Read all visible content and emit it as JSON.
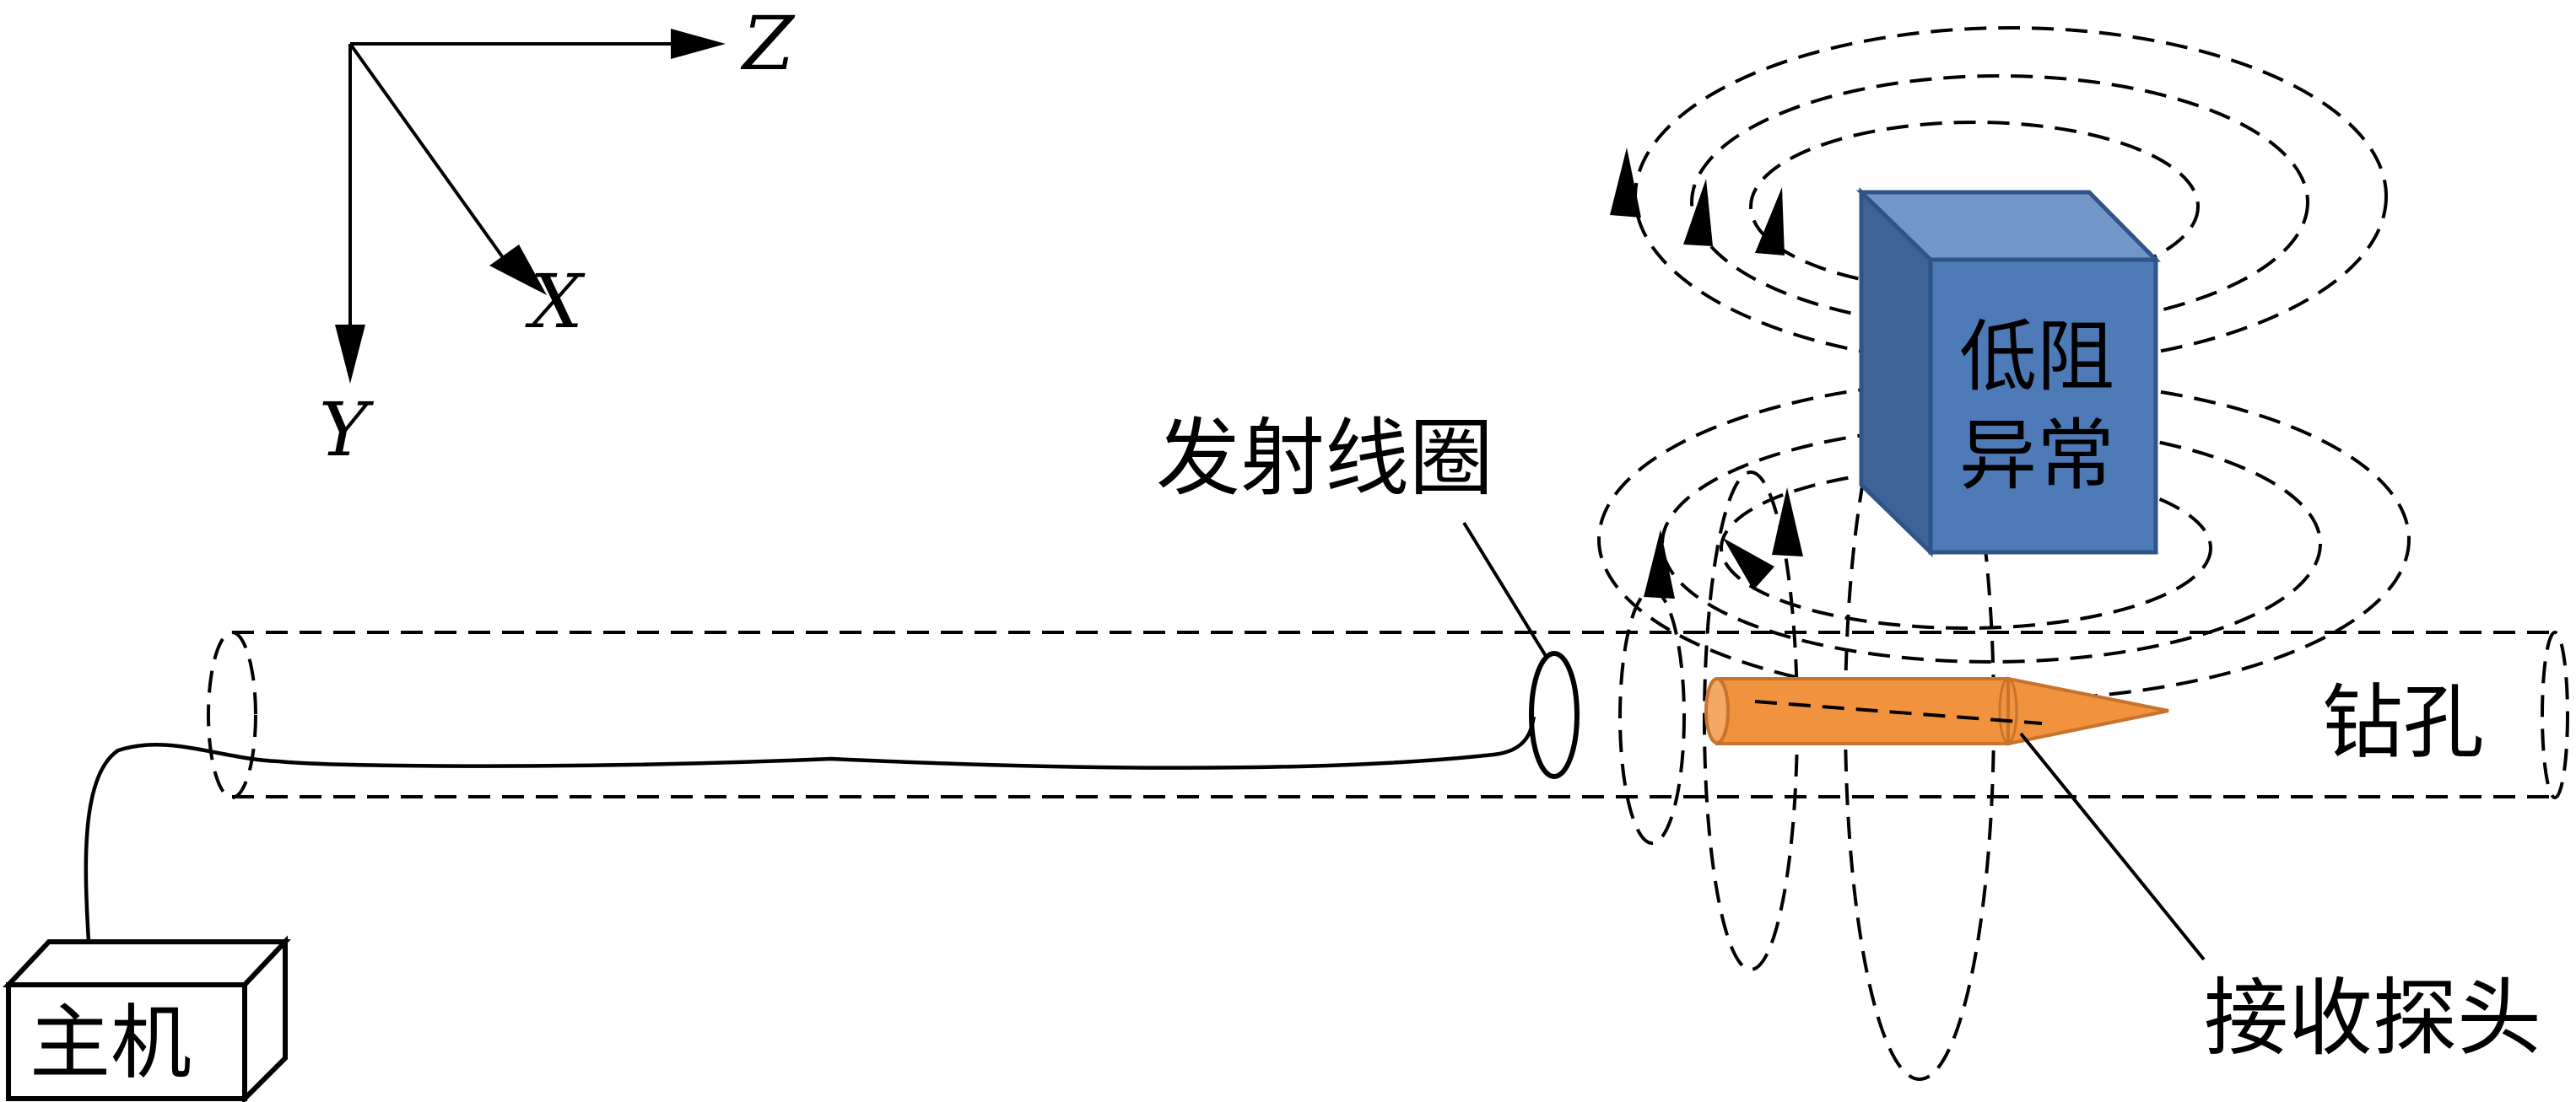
{
  "labels": {
    "axis_z": "Z",
    "axis_x": "X",
    "axis_y": "Y",
    "transmitter_coil": "发射线圈",
    "borehole": "钻孔",
    "receiver_probe": "接收探头",
    "host": "主机",
    "anomaly_line1": "低阻",
    "anomaly_line2": "异常"
  },
  "colors": {
    "anomaly_front": "#4e7ab8",
    "anomaly_top": "#7396c9",
    "anomaly_side": "#3d6397",
    "anomaly_edge": "#2f5488",
    "probe_body": "#f0923e",
    "probe_edge": "#c8732c",
    "line": "#000000"
  },
  "icons": {
    "host": "box-icon",
    "probe": "probe-icon",
    "anomaly": "cube-icon"
  }
}
